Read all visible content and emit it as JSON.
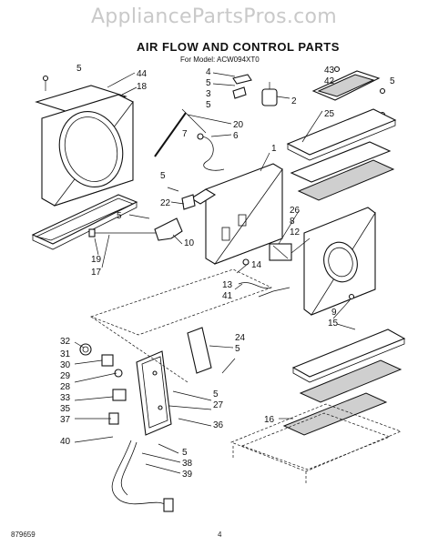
{
  "watermark": "AppliancePartsPros.com",
  "title": "AIR FLOW AND CONTROL PARTS",
  "subtitle": "For Model: ACW094XT0",
  "footer": {
    "code": "879659",
    "page": "4"
  },
  "callouts": [
    {
      "id": "c5a",
      "text": "5"
    },
    {
      "id": "c44",
      "text": "44"
    },
    {
      "id": "c18",
      "text": "18"
    },
    {
      "id": "c4",
      "text": "4"
    },
    {
      "id": "c5b",
      "text": "5"
    },
    {
      "id": "c3",
      "text": "3"
    },
    {
      "id": "c5c",
      "text": "5"
    },
    {
      "id": "c2",
      "text": "2"
    },
    {
      "id": "c43",
      "text": "43"
    },
    {
      "id": "c42",
      "text": "42"
    },
    {
      "id": "c5d",
      "text": "5"
    },
    {
      "id": "c25",
      "text": "25"
    },
    {
      "id": "c20",
      "text": "20"
    },
    {
      "id": "c6",
      "text": "6"
    },
    {
      "id": "c7",
      "text": "7"
    },
    {
      "id": "c1",
      "text": "1"
    },
    {
      "id": "c5e",
      "text": "5"
    },
    {
      "id": "c22",
      "text": "22"
    },
    {
      "id": "c26",
      "text": "26"
    },
    {
      "id": "c8",
      "text": "8"
    },
    {
      "id": "c12",
      "text": "12"
    },
    {
      "id": "c5f",
      "text": "5"
    },
    {
      "id": "c10",
      "text": "10"
    },
    {
      "id": "c19",
      "text": "19"
    },
    {
      "id": "c17",
      "text": "17"
    },
    {
      "id": "c14",
      "text": "14"
    },
    {
      "id": "c13",
      "text": "13"
    },
    {
      "id": "c41",
      "text": "41"
    },
    {
      "id": "c9",
      "text": "9"
    },
    {
      "id": "c15",
      "text": "15"
    },
    {
      "id": "c24",
      "text": "24"
    },
    {
      "id": "c5g",
      "text": "5"
    },
    {
      "id": "c32",
      "text": "32"
    },
    {
      "id": "c31",
      "text": "31"
    },
    {
      "id": "c30",
      "text": "30"
    },
    {
      "id": "c29",
      "text": "29"
    },
    {
      "id": "c28",
      "text": "28"
    },
    {
      "id": "c33",
      "text": "33"
    },
    {
      "id": "c35",
      "text": "35"
    },
    {
      "id": "c37",
      "text": "37"
    },
    {
      "id": "c40",
      "text": "40"
    },
    {
      "id": "c5h",
      "text": "5"
    },
    {
      "id": "c27",
      "text": "27"
    },
    {
      "id": "c36",
      "text": "36"
    },
    {
      "id": "c5i",
      "text": "5"
    },
    {
      "id": "c38",
      "text": "38"
    },
    {
      "id": "c39",
      "text": "39"
    },
    {
      "id": "c16",
      "text": "16"
    }
  ]
}
